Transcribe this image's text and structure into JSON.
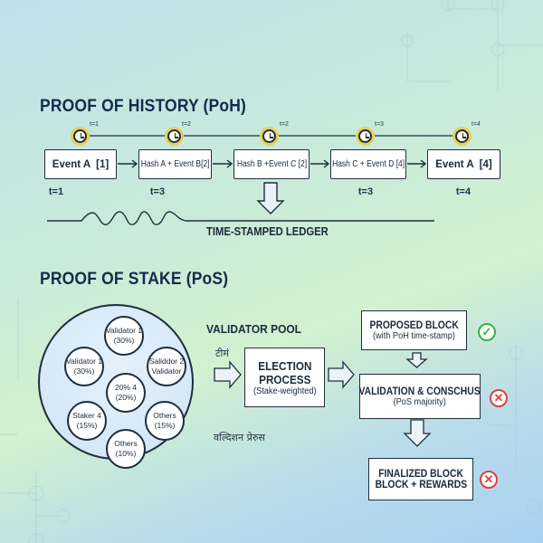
{
  "poh": {
    "title": "PROOF OF HISTORY (PoH)",
    "ticks": [
      {
        "clock_label": "t=1"
      },
      {
        "clock_label": "t=2"
      },
      {
        "clock_label": "t=2"
      },
      {
        "clock_label": "t=3"
      },
      {
        "clock_label": "t=4"
      }
    ],
    "events": [
      {
        "label": "Event A  [1]",
        "time": "t=1"
      },
      {
        "label": "Hash A + Event B[2]",
        "time": "t=3"
      },
      {
        "label": "Hash B +Event C [2]",
        "time": ""
      },
      {
        "label": "Hash C + Event D [4]",
        "time": "t=3"
      },
      {
        "label": "Event A  [4]",
        "time": "t=4"
      }
    ],
    "ledger_label": "TIME-STAMPED LEDGER"
  },
  "pos": {
    "title": "PROOF OF STAKE (PoS)",
    "pool_label": "VALIDATOR POOL",
    "pool_nodes": [
      {
        "line1": "Validator 1",
        "line2": "(30%)"
      },
      {
        "line1": "Validator 1",
        "line2": "(30%)"
      },
      {
        "line1": "Saliddor 2",
        "line2": "Validator"
      },
      {
        "line1": "20% 4",
        "line2": "(20%)"
      },
      {
        "line1": "Staker 4",
        "line2": "(15%)"
      },
      {
        "line1": "Others",
        "line2": "(15%)"
      },
      {
        "line1": "Others",
        "line2": "(10%)"
      }
    ],
    "hindi_top": "टीमं",
    "hindi_bottom": "वल्दिशन प्रेरुस",
    "election": {
      "title1": "ELECTION",
      "title2": "PROCESS",
      "subtitle": "(Stake-weighted)"
    },
    "proposed": {
      "title": "PROPOSED BLOCK",
      "subtitle": "(with PoH time-stamp)",
      "status": "check"
    },
    "validation": {
      "title": "VALIDATION & CONSCHUS",
      "subtitle": "(PoS majority)",
      "status": "cross"
    },
    "finalized": {
      "title": "FINALIZED BLOCK",
      "subtitle": "BLOCK + REWARDS",
      "status": "cross"
    }
  },
  "colors": {
    "outline": "#1f2d3d",
    "clock_ring": "#e4d25d",
    "status_ok": "#3fae4a",
    "status_bad": "#d8453b"
  },
  "icons": {
    "clock": "clock-icon",
    "check": "check-circle-icon",
    "cross": "x-circle-icon",
    "arrow": "arrow-right-icon",
    "down_arrow": "arrow-down-icon"
  }
}
